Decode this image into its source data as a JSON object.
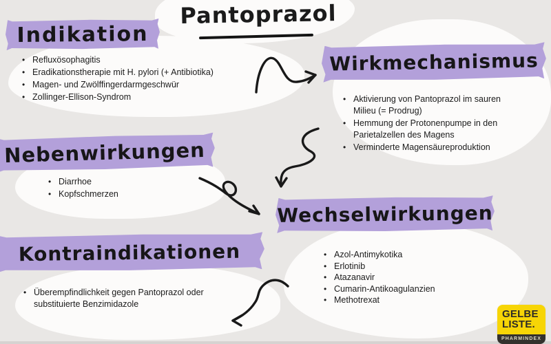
{
  "title": {
    "text": "Pantoprazol"
  },
  "sections": {
    "indikation": {
      "heading": "Indikation",
      "items": [
        "Refluxösophagitis",
        "Eradikationstherapie mit H. pylori (+ Antibiotika)",
        "Magen- und Zwölffingerdarmgeschwür",
        "Zollinger-Ellison-Syndrom"
      ]
    },
    "wirkmechanismus": {
      "heading": "Wirkmechanismus",
      "items": [
        "Aktivierung von Pantoprazol im sauren Milieu (= Prodrug)",
        "Hemmung der Protonenpumpe in den Parietalzellen des Magens",
        "Verminderte Magensäureproduktion"
      ]
    },
    "nebenwirkungen": {
      "heading": "Nebenwirkungen",
      "items": [
        "Diarrhoe",
        "Kopfschmerzen"
      ]
    },
    "wechselwirkungen": {
      "heading": "Wechselwirkungen",
      "items": [
        "Azol-Antimykotika",
        "Erlotinib",
        "Atazanavir",
        "Cumarin-Antikoagulanzien",
        "Methotrexat"
      ]
    },
    "kontraindikationen": {
      "heading": "Kontraindikationen",
      "items": [
        "Überempfindlichkeit gegen Pantoprazol oder substituierte Benzimidazole"
      ]
    }
  },
  "logo": {
    "line1": "GELBE",
    "line2": "LISTE.",
    "subtext": "PHARMINDEX"
  },
  "colors": {
    "background": "#e9e7e5",
    "blob": "#fcfbfa",
    "tape_purple": "#b3a0da",
    "ink": "#191919",
    "logo_yellow": "#f7d506",
    "logo_dark": "#33312d"
  }
}
